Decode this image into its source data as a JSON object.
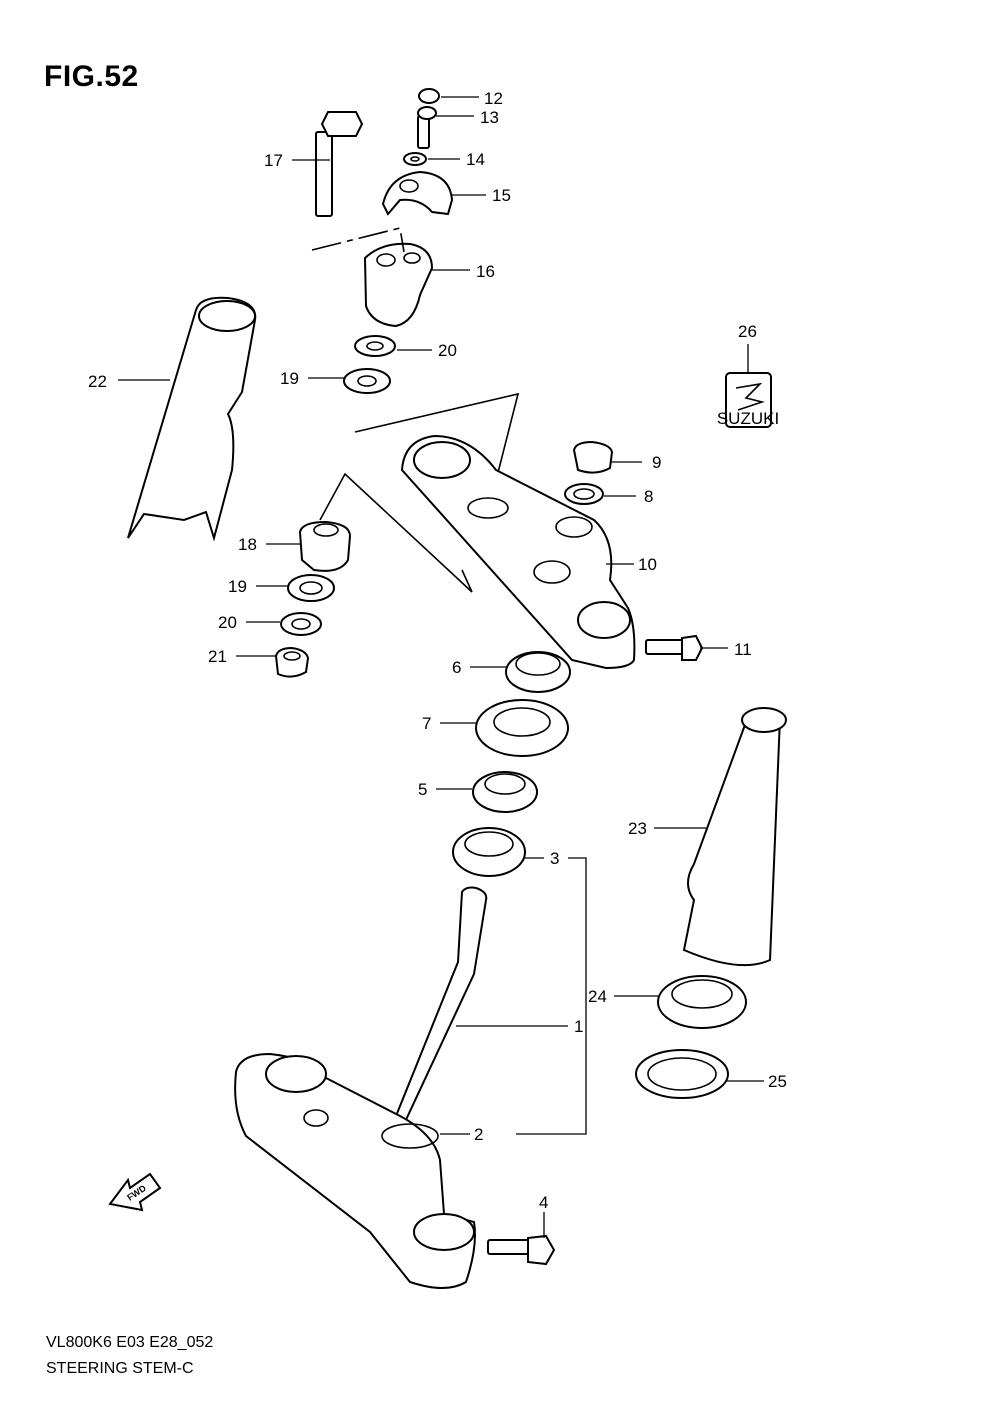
{
  "figure_label": "FIG.52",
  "model_code": "VL800K6 E03 E28_052",
  "diagram_title": "STEERING STEM-C",
  "emblem_text": "SUZUKI",
  "fwd_label": "FWD",
  "parts": [
    {
      "number": "1"
    },
    {
      "number": "2"
    },
    {
      "number": "3"
    },
    {
      "number": "4"
    },
    {
      "number": "5"
    },
    {
      "number": "6"
    },
    {
      "number": "7"
    },
    {
      "number": "8"
    },
    {
      "number": "9"
    },
    {
      "number": "10"
    },
    {
      "number": "11"
    },
    {
      "number": "12"
    },
    {
      "number": "13"
    },
    {
      "number": "14"
    },
    {
      "number": "15"
    },
    {
      "number": "16"
    },
    {
      "number": "17"
    },
    {
      "number": "18"
    },
    {
      "number": "19"
    },
    {
      "number": "19"
    },
    {
      "number": "20"
    },
    {
      "number": "20"
    },
    {
      "number": "21"
    },
    {
      "number": "22"
    },
    {
      "number": "23"
    },
    {
      "number": "24"
    },
    {
      "number": "25"
    },
    {
      "number": "26"
    }
  ]
}
